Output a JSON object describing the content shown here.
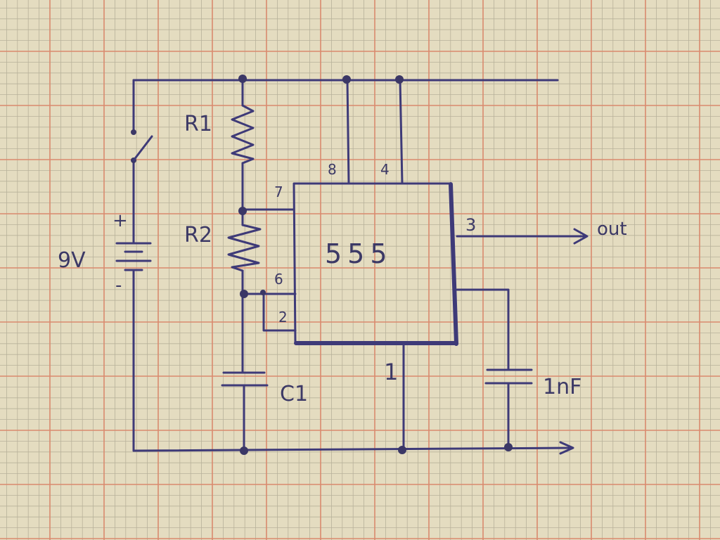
{
  "diagram": {
    "ic_label": "555",
    "pins": {
      "p8": "8",
      "p4": "4",
      "p7": "7",
      "p6": "6",
      "p2": "2",
      "p3": "3",
      "p1": "1"
    },
    "components": {
      "r1": "R1",
      "r2": "R2",
      "c1": "C1",
      "cap2": "1nF",
      "battery": "9V",
      "battery_plus": "+",
      "battery_minus": "-"
    },
    "output_label": "out"
  },
  "colors": {
    "paper": "#e4dcc0",
    "grid_major": "#d98a6e",
    "grid_minor": "#b8b19a",
    "ink": "#3e3a78"
  }
}
